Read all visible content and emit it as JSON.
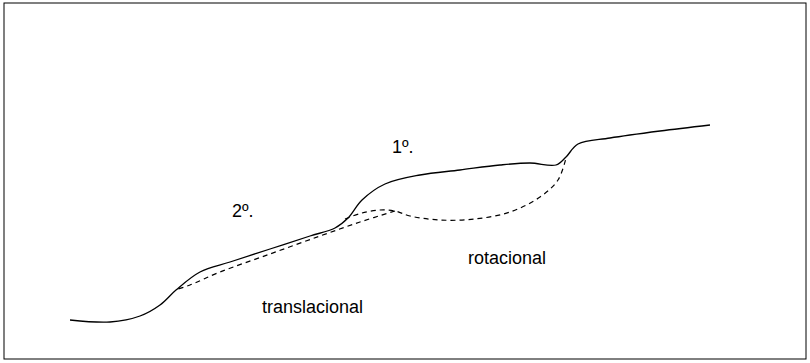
{
  "diagram": {
    "labels": [
      "1º.",
      "2º.",
      "rotacional",
      "translacional"
    ]
  }
}
